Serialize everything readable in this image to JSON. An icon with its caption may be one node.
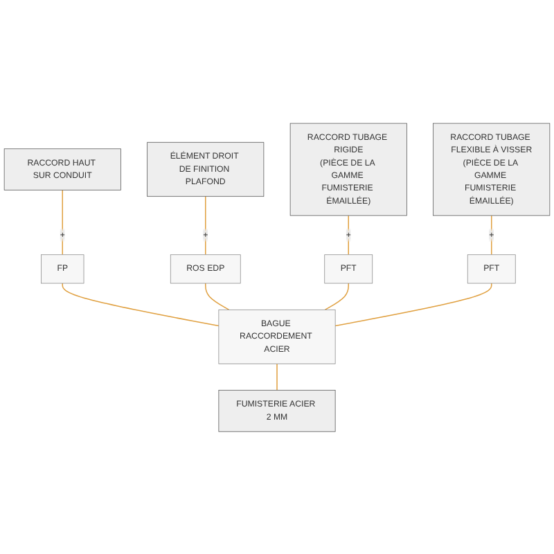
{
  "diagram": {
    "nodes": [
      {
        "text": [
          "RACCORD HAUT SUR CONDUIT"
        ]
      },
      {
        "text": [
          "FP"
        ]
      },
      {
        "text": [
          "ÉLÉMENT DROIT DE FINITION PLAFOND"
        ]
      },
      {
        "text": [
          "ROS EDP"
        ]
      },
      {
        "text": [
          "RACCORD TUBAGE RIGIDE",
          "(PIÈCE DE LA GAMME FUMISTERIE ÉMAILLÉE)"
        ]
      },
      {
        "text": [
          "PFT"
        ]
      },
      {
        "text": [
          "RACCORD TUBAGE FLEXIBLE À VISSER",
          "(PIÈCE DE LA GAMME FUMISTERIE ÉMAILLÉE)"
        ]
      },
      {
        "text": [
          "PFT"
        ]
      },
      {
        "text": [
          "BAGUE RACCORDEMENT ACIER"
        ]
      },
      {
        "text": [
          "FUMISTERIE ACIER 2 MM"
        ]
      }
    ],
    "edges": [
      {
        "from": 0,
        "to": 1,
        "arrow": "none",
        "label": "+"
      },
      {
        "from": 2,
        "to": 3,
        "arrow": "none",
        "label": "+"
      },
      {
        "from": 4,
        "to": 5,
        "arrow": "none",
        "label": "+"
      },
      {
        "from": 6,
        "to": 7,
        "arrow": "none",
        "label": "+"
      },
      {
        "from": 1,
        "to": 8,
        "arrow": "none"
      },
      {
        "from": 3,
        "to": 8,
        "arrow": "none"
      },
      {
        "from": 5,
        "to": 8,
        "arrow": "none"
      },
      {
        "from": 7,
        "to": 8,
        "arrow": "none"
      },
      {
        "from": 8,
        "to": 9,
        "arrow": "none"
      }
    ]
  }
}
